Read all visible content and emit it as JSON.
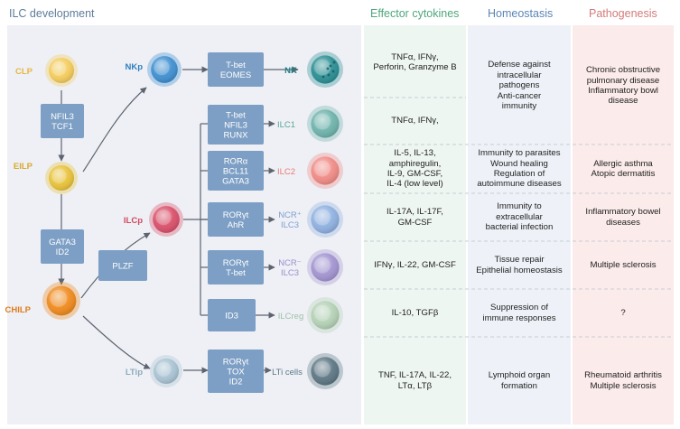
{
  "headers": {
    "left": "ILC development",
    "effector": "Effector cytokines",
    "homeostasis": "Homeostasis",
    "pathogenesis": "Pathogenesis"
  },
  "cells": [
    {
      "name": "CLP",
      "color": "#f4cc5c",
      "label_color": "#e8b640"
    },
    {
      "name": "EILP",
      "color": "#e8c23a",
      "label_color": "#d8a92c"
    },
    {
      "name": "CHILP",
      "color": "#ef8a1e",
      "label_color": "#e07c1c"
    },
    {
      "name": "NKp",
      "color": "#3f8fd0",
      "label_color": "#2f7fbf"
    },
    {
      "name": "ILCp",
      "color": "#d9506a",
      "label_color": "#d2485e"
    },
    {
      "name": "LTip",
      "color": "#a9c3d3",
      "label_color": "#8aaabb"
    },
    {
      "name": "NK",
      "color": "#2b8f94",
      "label_color": "#1f7f86"
    },
    {
      "name": "ILC1",
      "color": "#6fb3ac",
      "label_color": "#5aa69b"
    },
    {
      "name": "ILC2",
      "color": "#f08b86",
      "label_color": "#e97b72"
    },
    {
      "name": "NCR⁺ ILC3",
      "color": "#8fb0e0",
      "label_color": "#7f9fd5"
    },
    {
      "name": "NCR⁻ ILC3",
      "color": "#a294d0",
      "label_color": "#9a8fd0"
    },
    {
      "name": "ILCreg",
      "color": "#b4d1b6",
      "label_color": "#9fc0a7"
    },
    {
      "name": "LTi cells",
      "color": "#5d7784",
      "label_color": "#5a7888"
    }
  ],
  "factor_boxes": [
    {
      "name": "nfil3-tcf1",
      "lines": [
        "NFIL3",
        "TCF1"
      ]
    },
    {
      "name": "gata3-id2",
      "lines": [
        "GATA3",
        "ID2"
      ]
    },
    {
      "name": "plzf",
      "lines": [
        "PLZF"
      ]
    },
    {
      "name": "tbet-eomes",
      "lines": [
        "T-bet",
        "EOMES"
      ]
    },
    {
      "name": "tbet-nfil3-runx",
      "lines": [
        "T-bet",
        "NFIL3",
        "RUNX"
      ]
    },
    {
      "name": "rora-bcl11-gata3",
      "lines": [
        "RORα",
        "BCL11",
        "GATA3"
      ]
    },
    {
      "name": "rorgt-ahr",
      "lines": [
        "RORγt",
        "AhR"
      ]
    },
    {
      "name": "rorgt-tbet",
      "lines": [
        "RORγt",
        "T-bet"
      ]
    },
    {
      "name": "id3",
      "lines": [
        "ID3"
      ]
    },
    {
      "name": "rorgt-tox-id2",
      "lines": [
        "RORγt",
        "TOX",
        "ID2"
      ]
    }
  ],
  "rows": [
    {
      "effector": [
        "TNFα, IFNγ,",
        "Perforin, Granzyme B"
      ]
    },
    {
      "effector": [
        "TNFα, IFNγ,"
      ]
    },
    {
      "effector": [
        "IL-5, IL-13,",
        "amphiregulin,",
        "IL-9, GM-CSF,",
        "IL-4 (low level)"
      ]
    },
    {
      "effector": [
        "IL-17A, IL-17F,",
        "GM-CSF"
      ]
    },
    {
      "effector": [
        "IFNγ, IL-22, GM-CSF"
      ]
    },
    {
      "effector": [
        "IL-10, TGFβ"
      ]
    },
    {
      "effector": [
        "TNF, IL-17A, IL-22,",
        "LTα, LTβ"
      ]
    }
  ],
  "homeostasis": [
    [
      "Defense against",
      "intracellular",
      "pathogens",
      "Anti-cancer",
      "immunity"
    ],
    [
      "Immunity to parasites",
      "Wound healing",
      "Regulation of",
      "autoimmune diseases"
    ],
    [
      "Immunity to",
      "extracellular",
      "bacterial infection"
    ],
    [
      "Tissue repair",
      "Epithelial homeostasis"
    ],
    [
      "Suppression of",
      "immune responses"
    ],
    [
      "Lymphoid organ",
      "formation"
    ]
  ],
  "pathogenesis": [
    [
      "Chronic obstructive",
      "pulmonary disease",
      "Inflammatory bowl",
      "disease"
    ],
    [
      "Allergic asthma",
      "Atopic dermatitis"
    ],
    [
      "Inflammatory bowel",
      "diseases"
    ],
    [
      "Multiple sclerosis"
    ],
    [
      "?"
    ],
    [
      "Rheumatoid arthritis",
      "Multiple sclerosis"
    ]
  ],
  "colors": {
    "panel_bg": "#eef0f5",
    "box_fill": "#7d9fc5",
    "box_text": "#ffffff",
    "arrow": "#5d6470",
    "col_green_bg": "#eef6f1",
    "col_blue_bg": "#eef2f8",
    "col_pink_bg": "#fbebea",
    "divider": "#c8ccd3"
  }
}
